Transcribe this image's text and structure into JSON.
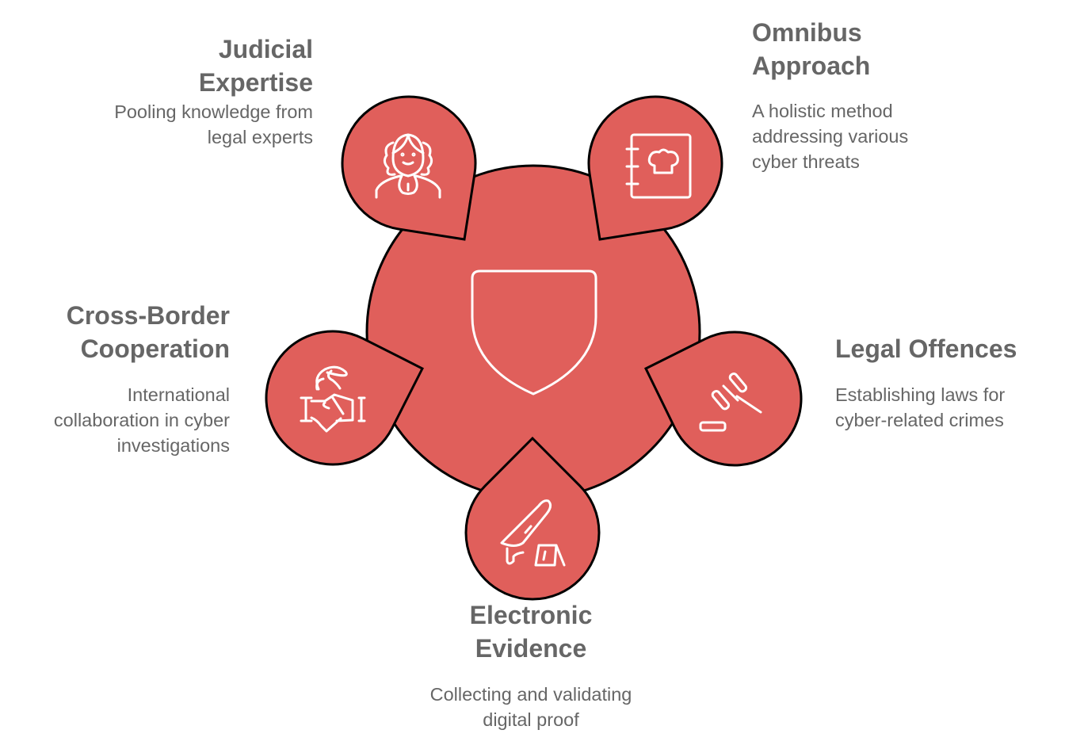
{
  "colors": {
    "fill": "#e05f5b",
    "stroke": "#000000",
    "icon": "#ffffff",
    "text": "#666666"
  },
  "center": {
    "icon": "shield-icon"
  },
  "items": [
    {
      "title": "Judicial\nExpertise",
      "description": "Pooling knowledge from\nlegal experts",
      "icon": "judge-icon"
    },
    {
      "title": "Omnibus\nApproach",
      "description": "A holistic method\naddressing various\ncyber threats",
      "icon": "recipe-book-icon"
    },
    {
      "title": "Cross-Border\nCooperation",
      "description": "International\ncollaboration in cyber\ninvestigations",
      "icon": "global-handshake-icon"
    },
    {
      "title": "Legal Offences",
      "description": "Establishing laws for\ncyber-related crimes",
      "icon": "gavel-icon"
    },
    {
      "title": "Electronic\nEvidence",
      "description": "Collecting and validating\ndigital proof",
      "icon": "crime-evidence-icon"
    }
  ]
}
